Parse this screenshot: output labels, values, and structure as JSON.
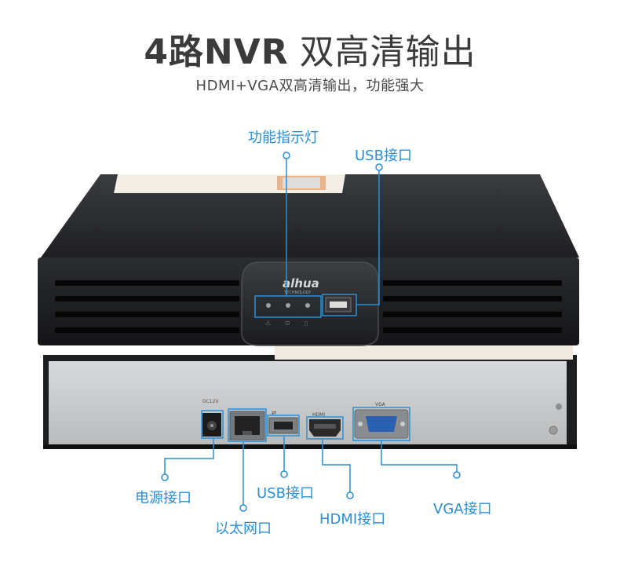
{
  "header": {
    "title_bold": "4路NVR",
    "title_thin": "双高清输出",
    "subtitle": "HDMI+VGA双高清输出，功能强大"
  },
  "device": {
    "brand_logo_text": "alhua",
    "brand_sub_text": "TECHNOLOGY"
  },
  "callouts": {
    "indicator_lights": "功能指示灯",
    "usb_front": "USB接口",
    "power_port": "电源接口",
    "ethernet_port": "以太网口",
    "usb_rear": "USB接口",
    "hdmi_port": "HDMI接口",
    "vga_port": "VGA接口"
  },
  "colors": {
    "accent": "#2a8fd6",
    "body_dark": "#2b2d30",
    "rear_panel": "#c9cbcd"
  }
}
